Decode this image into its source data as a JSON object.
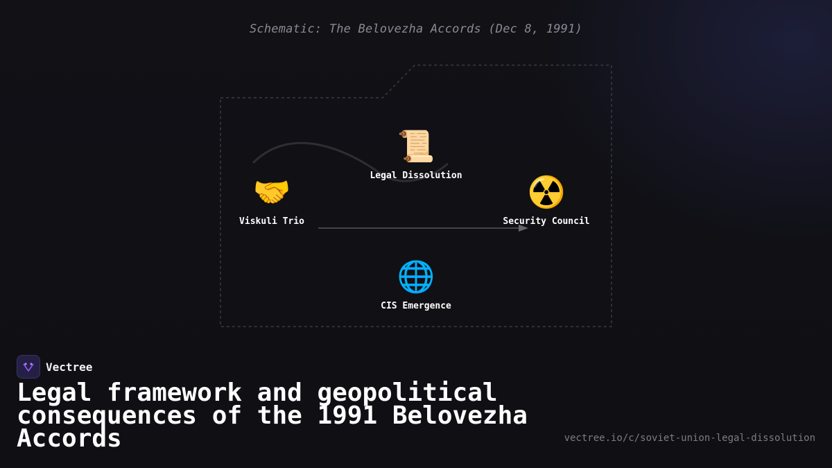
{
  "diagram": {
    "title": "Schematic: The Belovezha Accords (Dec 8, 1991)",
    "nodes": [
      {
        "id": "viskuli",
        "label": "Viskuli Trio",
        "icon": "handshake-icon",
        "glyph": "🤝"
      },
      {
        "id": "legal",
        "label": "Legal Dissolution",
        "icon": "scroll-icon",
        "glyph": "📜"
      },
      {
        "id": "security",
        "label": "Security Council",
        "icon": "radioactive-icon",
        "glyph": "☢️"
      },
      {
        "id": "cis",
        "label": "CIS Emergence",
        "icon": "globe-icon",
        "glyph": "🌐"
      }
    ],
    "edges": [
      {
        "from": "viskuli",
        "to": "legal",
        "style": "curved"
      },
      {
        "from": "viskuli",
        "to": "security",
        "style": "arrow"
      }
    ]
  },
  "brand": {
    "name": "Vectree",
    "logo_icon": "vectree-logo-icon",
    "logo_color": "#8b5cf6"
  },
  "headline": "Legal framework and geopolitical consequences of the 1991 Belovezha Accords",
  "url": "vectree.io/c/soviet-union-legal-dissolution",
  "colors": {
    "background": "#101015",
    "frame": "#3a3a42",
    "edge": "#555560",
    "title": "#8a8a94",
    "text": "#ffffff",
    "url": "#7c7c86"
  }
}
